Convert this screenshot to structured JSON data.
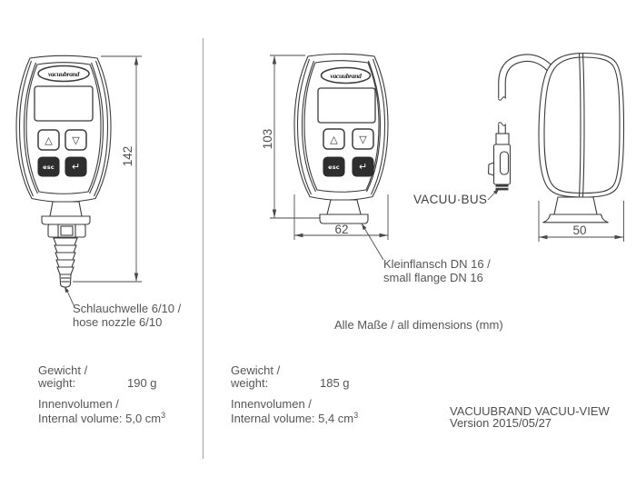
{
  "colors": {
    "line": "#3c3c3c",
    "dimension_line": "#4a4a4a",
    "text": "#565656",
    "button_dark": "#2e2e2e",
    "divider": "#a0a0a0",
    "background": "#ffffff"
  },
  "logo_text": "vacuubrand",
  "left_device": {
    "height_dim": "142",
    "buttons": {
      "up": "△",
      "down": "▽",
      "esc": "esc",
      "enter": "↵"
    },
    "nozzle_label": {
      "line1": "Schlauchwelle 6/10 /",
      "line2": "hose nozzle 6/10"
    },
    "specs": {
      "weight_label_de": "Gewicht /",
      "weight_label_en": "weight:",
      "weight_value": "190 g",
      "volume_label_de": "Innenvolumen /",
      "volume_label_en": "Internal volume: 5,0 cm",
      "volume_sup": "3"
    }
  },
  "middle_device": {
    "height_dim": "103",
    "width_dim": "62",
    "buttons": {
      "up": "△",
      "down": "▽",
      "esc": "esc",
      "enter": "↵"
    },
    "flange_label": {
      "line1": "Kleinflansch DN 16 /",
      "line2": "small flange DN 16"
    },
    "specs": {
      "weight_label_de": "Gewicht /",
      "weight_label_en": "weight:",
      "weight_value": "185 g",
      "volume_label_de": "Innenvolumen /",
      "volume_label_en": "Internal volume: 5,4 cm",
      "volume_sup": "3"
    }
  },
  "right_device": {
    "width_dim": "50",
    "bus_label": "VACUU·BUS"
  },
  "notes": {
    "dimensions_note": "Alle Maße / all dimensions (mm)"
  },
  "footer": {
    "product": "VACUUBRAND VACUU-VIEW",
    "version": "Version 2015/05/27"
  }
}
